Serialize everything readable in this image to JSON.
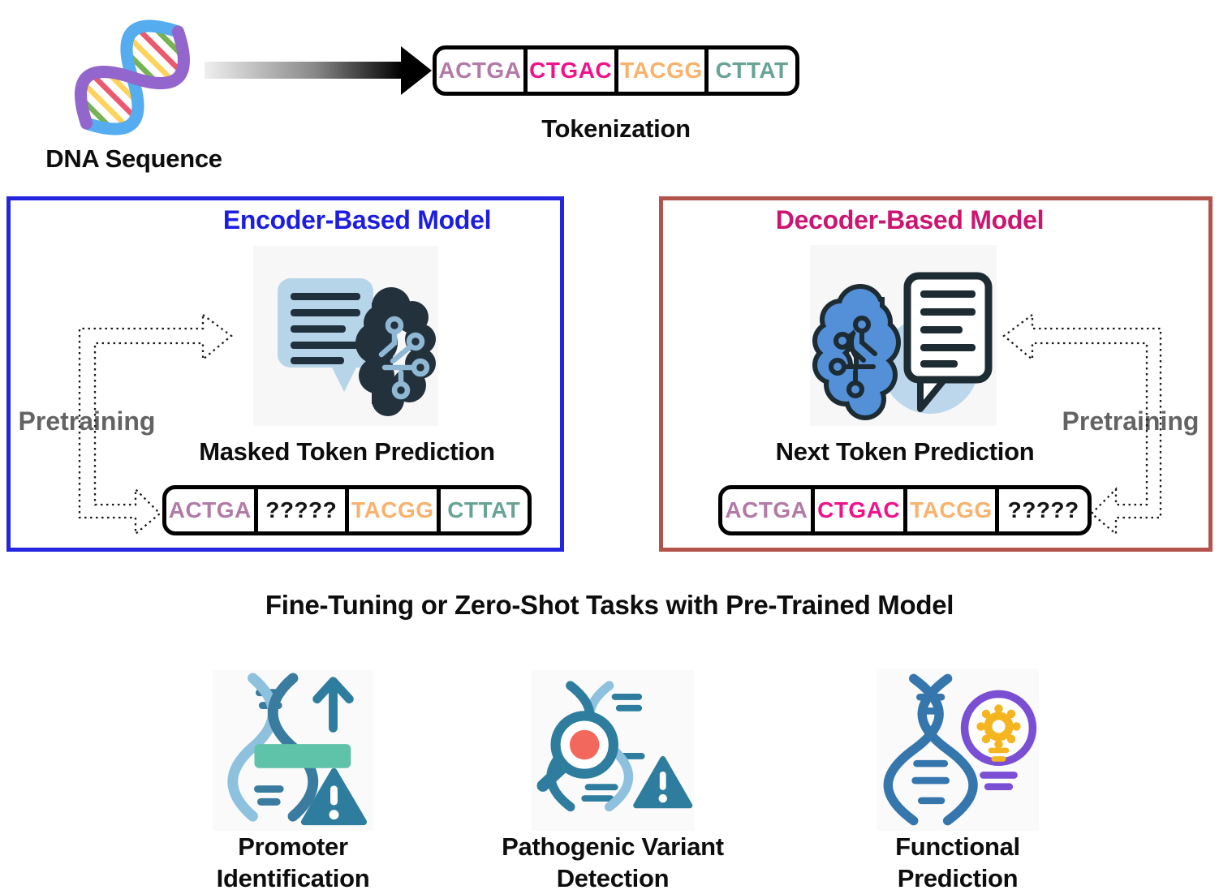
{
  "header": {
    "dna_label": "DNA Sequence",
    "tokenization_label": "Tokenization",
    "tokens": [
      "ACTGA",
      "CTGAC",
      "TACGG",
      "CTTAT"
    ]
  },
  "encoder": {
    "title": "Encoder-Based Model",
    "pretraining_label": "Pretraining",
    "task_label": "Masked Token Prediction",
    "tokens": [
      "ACTGA",
      "?????",
      "TACGG",
      "CTTAT"
    ]
  },
  "decoder": {
    "title": "Decoder-Based Model",
    "pretraining_label": "Pretraining",
    "task_label": "Next Token Prediction",
    "tokens": [
      "ACTGA",
      "CTGAC",
      "TACGG",
      "?????"
    ]
  },
  "finetune": {
    "heading": "Fine-Tuning or Zero-Shot Tasks with Pre-Trained Model",
    "tasks": [
      {
        "line1": "Promoter",
        "line2": "Identification"
      },
      {
        "line1": "Pathogenic Variant",
        "line2": "Detection"
      },
      {
        "line1": "Functional",
        "line2": "Prediction"
      }
    ]
  },
  "icons": {
    "dna_helix": "dna-helix-icon",
    "encoder_model": "chat-bubble-brain-icon",
    "decoder_model": "brain-chat-bubble-icon",
    "promoter": "dna-promoter-arrow-warning-icon",
    "pathogenic": "dna-magnifier-warning-icon",
    "functional": "dna-lightbulb-gear-icon"
  },
  "colors": {
    "token_purple": "#b27aa7",
    "token_pink": "#f0128b",
    "token_orange": "#f9b26c",
    "token_teal": "#68a395",
    "token_black": "#141414",
    "encoder_border": "#2525e0",
    "encoder_title": "#1d1de0",
    "decoder_border": "#b2544c",
    "decoder_title": "#cc1570",
    "pretraining_gray": "#636363"
  }
}
